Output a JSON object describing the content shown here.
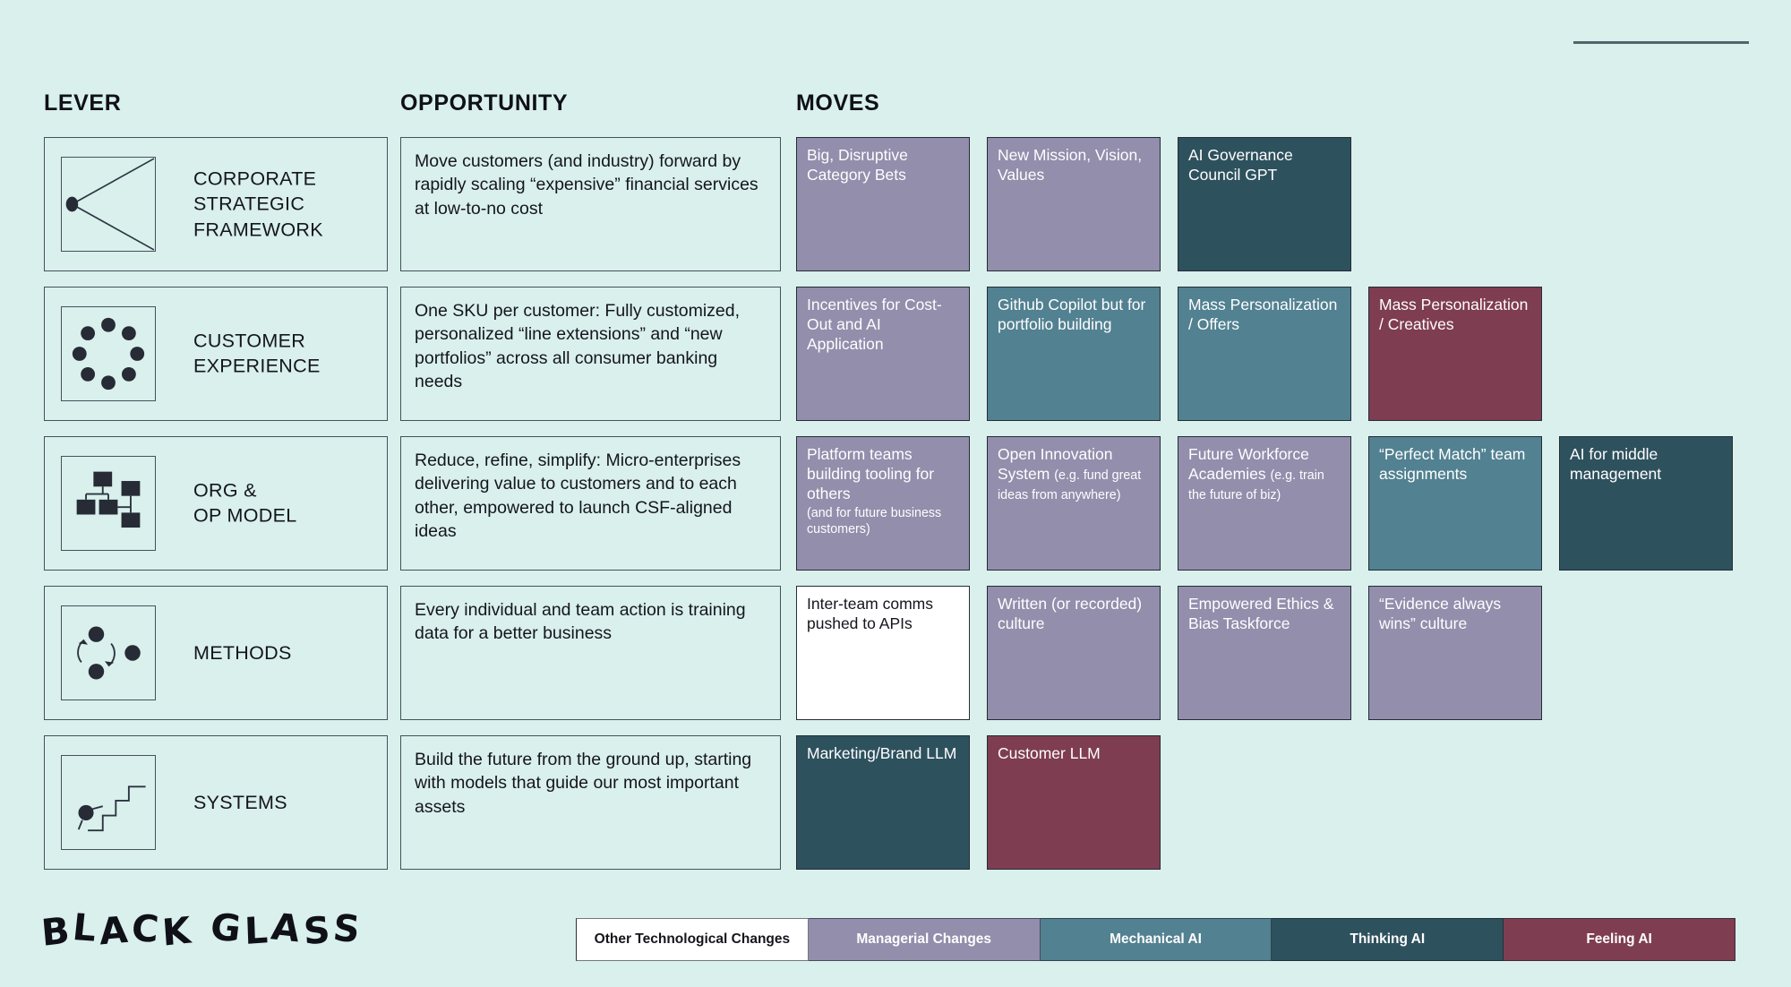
{
  "page": {
    "logo_text": "BLACK GLASS",
    "background_color": "#d9f0ec",
    "text_color": "#15151d"
  },
  "columns": {
    "lever": "LEVER",
    "opportunity": "OPPORTUNITY",
    "moves": "MOVES"
  },
  "palette": {
    "other": {
      "bg": "#ffffff",
      "text": "#15151d"
    },
    "managerial": {
      "bg": "#928eac",
      "text": "#fefefe"
    },
    "mechanical": {
      "bg": "#528191",
      "text": "#fefefe"
    },
    "thinking": {
      "bg": "#2e515e",
      "text": "#fefefe"
    },
    "feeling": {
      "bg": "#7f3d51",
      "text": "#fefefe"
    }
  },
  "legend": [
    {
      "label": "Other Technological Changes",
      "category": "other"
    },
    {
      "label": "Managerial Changes",
      "category": "managerial"
    },
    {
      "label": "Mechanical AI",
      "category": "mechanical"
    },
    {
      "label": "Thinking AI",
      "category": "thinking"
    },
    {
      "label": "Feeling AI",
      "category": "feeling"
    }
  ],
  "rows": [
    {
      "lever": {
        "label": "CORPORATE\nSTRATEGIC\nFRAMEWORK",
        "icon": "strategy-funnel-icon"
      },
      "opportunity": "Move customers (and industry) forward by rapidly scaling “expensive” financial services at low-to-no cost",
      "moves": [
        {
          "text": "Big, Disruptive Category Bets",
          "category": "managerial"
        },
        {
          "text": "New Mission, Vision, Values",
          "category": "managerial"
        },
        {
          "text": "AI Governance Council GPT",
          "category": "thinking"
        }
      ]
    },
    {
      "lever": {
        "label": "CUSTOMER\nEXPERIENCE",
        "icon": "customer-circle-icon"
      },
      "opportunity": "One SKU per customer: Fully customized, personalized “line extensions” and “new portfolios” across all consumer banking needs",
      "moves": [
        {
          "text": "Incentives for Cost-Out and AI Application",
          "category": "managerial"
        },
        {
          "text": "Github Copilot but for portfolio building",
          "category": "mechanical"
        },
        {
          "text": "Mass Personalization / Offers",
          "category": "mechanical"
        },
        {
          "text": "Mass Personalization / Creatives",
          "category": "feeling"
        }
      ]
    },
    {
      "lever": {
        "label": "ORG &\nOP MODEL",
        "icon": "org-chart-icon"
      },
      "opportunity": "Reduce, refine, simplify: Micro-enterprises delivering value to customers and to each other, empowered to launch CSF-aligned ideas",
      "moves": [
        {
          "text": "Platform teams building tooling for others",
          "sub": "(and for future business customers)",
          "sub_block": true,
          "category": "managerial"
        },
        {
          "text": "Open Innovation System",
          "sub": "(e.g. fund great ideas from anywhere)",
          "category": "managerial"
        },
        {
          "text": "Future Workforce Academies",
          "sub": "(e.g. train the future of biz)",
          "category": "managerial"
        },
        {
          "text": "“Perfect Match” team assignments",
          "category": "mechanical"
        },
        {
          "text": "AI for middle management",
          "category": "thinking"
        }
      ]
    },
    {
      "lever": {
        "label": "METHODS",
        "icon": "cycle-dots-icon"
      },
      "opportunity": "Every individual and team action is training data for a better business",
      "moves": [
        {
          "text": "Inter-team comms pushed to APIs",
          "category": "other"
        },
        {
          "text": "Written (or recorded) culture",
          "category": "managerial"
        },
        {
          "text": "Empowered Ethics & Bias Taskforce",
          "category": "managerial"
        },
        {
          "text": "“Evidence always wins” culture",
          "category": "managerial"
        }
      ]
    },
    {
      "lever": {
        "label": "SYSTEMS",
        "icon": "stairs-icon"
      },
      "opportunity": "Build the future from the ground up, starting with models that guide our most important assets",
      "moves": [
        {
          "text": "Marketing/Brand LLM",
          "category": "thinking"
        },
        {
          "text": "Customer LLM",
          "category": "feeling"
        }
      ]
    }
  ]
}
